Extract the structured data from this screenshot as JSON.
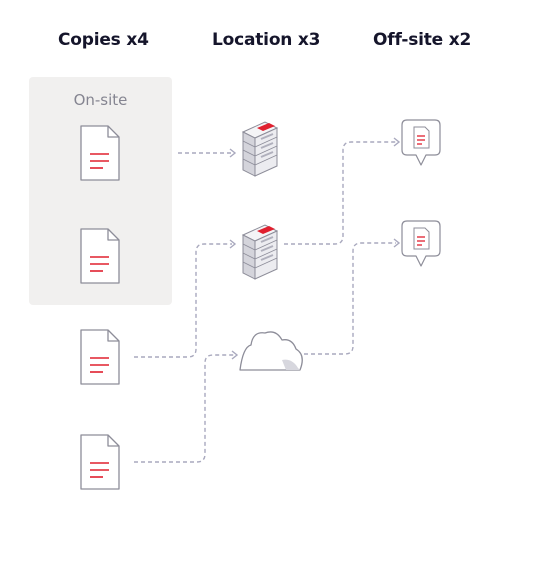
{
  "headers": {
    "copies": "Copies x4",
    "location": "Location x3",
    "offsite": "Off-site x2"
  },
  "onsite_label": "On-site",
  "colors": {
    "accent": "#e0202f",
    "line": "#a9a9be",
    "outline": "#8d8d99",
    "box": "#f1f0ef",
    "text": "#15152b"
  }
}
